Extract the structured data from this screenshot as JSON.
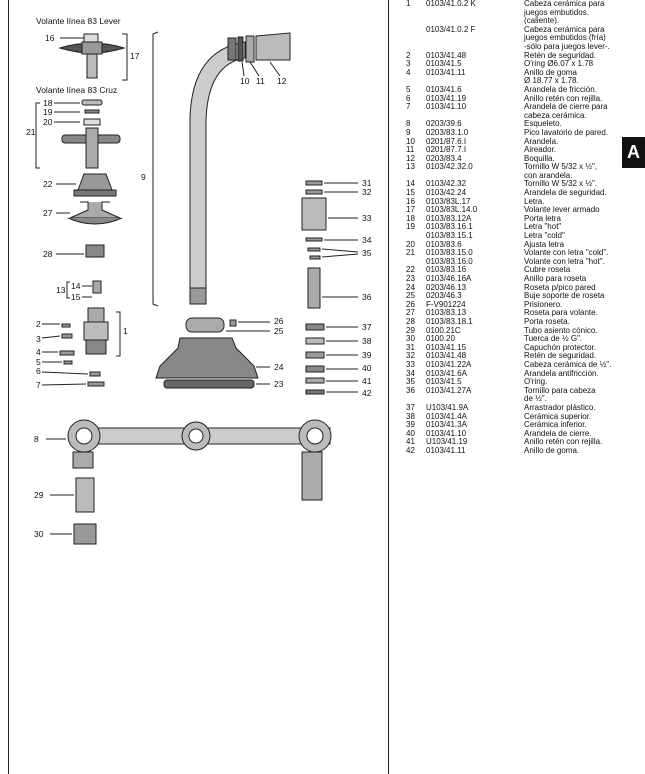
{
  "diagram": {
    "lever_title": "Volante línea 83 Lever",
    "cross_title": "Volante línea 83 Cruz",
    "callouts": [
      "1",
      "2",
      "3",
      "4",
      "5",
      "6",
      "7",
      "8",
      "9",
      "10",
      "11",
      "12",
      "13",
      "14",
      "15",
      "16",
      "17",
      "18",
      "19",
      "20",
      "21",
      "22",
      "23",
      "24",
      "25",
      "26",
      "27",
      "28",
      "29",
      "30",
      "31",
      "32",
      "33",
      "34",
      "35",
      "36",
      "37",
      "38",
      "39",
      "40",
      "41",
      "42"
    ]
  },
  "parts": [
    {
      "num": "1",
      "code": "0103/41.0.2 K",
      "desc": "Cabeza cerámica para"
    },
    {
      "num": "",
      "code": "",
      "desc": "juegos embutidos."
    },
    {
      "num": "",
      "code": "",
      "desc": "(caliente)."
    },
    {
      "num": "",
      "code": "0103/41.0.2 F",
      "desc": "Cabeza cerámica para"
    },
    {
      "num": "",
      "code": "",
      "desc": "juegos embutidos (fría)"
    },
    {
      "num": "",
      "code": "",
      "desc": "-sólo para juegos lever-."
    },
    {
      "num": "2",
      "code": "0103/41.48",
      "desc": "Retén de seguridad."
    },
    {
      "num": "3",
      "code": "0103/41.5",
      "desc": "O'ring Ø6.07 x 1.78"
    },
    {
      "num": "4",
      "code": "0103/41.11",
      "desc": "Anillo de goma"
    },
    {
      "num": "",
      "code": "",
      "desc": "Ø 18.77 x 1.78."
    },
    {
      "num": "5",
      "code": "0103/41.6",
      "desc": "Arandela de fricción."
    },
    {
      "num": "6",
      "code": "0103/41.19",
      "desc": "Anillo retén con rejilla."
    },
    {
      "num": "7",
      "code": "0103/41.10",
      "desc": "Arandela de cierre para"
    },
    {
      "num": "",
      "code": "",
      "desc": "cabeza cerámica."
    },
    {
      "num": "8",
      "code": "0203/39.6",
      "desc": "Esqueleto."
    },
    {
      "num": "9",
      "code": "0203/83.1.0",
      "desc": "Pico lavatorio de pared."
    },
    {
      "num": "10",
      "code": "0201/87.6.I",
      "desc": "Arandela."
    },
    {
      "num": "11",
      "code": "0201/87.7.I",
      "desc": "Aireador."
    },
    {
      "num": "12",
      "code": "0203/83.4",
      "desc": "Boquilla."
    },
    {
      "num": "13",
      "code": "0103/42.32.0",
      "desc": "Tornillo W 5/32 x ½\","
    },
    {
      "num": "",
      "code": "",
      "desc": "con arandela."
    },
    {
      "num": "14",
      "code": "0103/42.32",
      "desc": "Tornillo W 5/32 x ½\"."
    },
    {
      "num": "15",
      "code": "0103/42.24",
      "desc": "Arandela de seguridad."
    },
    {
      "num": "16",
      "code": "0103/83L.17",
      "desc": "Letra."
    },
    {
      "num": "17",
      "code": "0103/83L.14.0",
      "desc": "Volante lever armado"
    },
    {
      "num": "18",
      "code": "0103/83.12A",
      "desc": "Porta letra"
    },
    {
      "num": "19",
      "code": "0103/83.16.1",
      "desc": "Letra \"hot\""
    },
    {
      "num": "",
      "code": "0103/83.15.1",
      "desc": "Letra \"cold\""
    },
    {
      "num": "20",
      "code": "0103/83.6",
      "desc": "Ajusta letra"
    },
    {
      "num": "21",
      "code": "0103/83.15.0",
      "desc": "Volante con letra \"cold\"."
    },
    {
      "num": "",
      "code": "0103/83.16.0",
      "desc": "Volante con letra \"hot\"."
    },
    {
      "num": "22",
      "code": "0103/83.16",
      "desc": "Cubre roseta"
    },
    {
      "num": "23",
      "code": "0103/46.16A",
      "desc": "Anillo para roseta"
    },
    {
      "num": "24",
      "code": "0203/46.13",
      "desc": "Roseta p/pico pared"
    },
    {
      "num": "25",
      "code": "0203/46.3",
      "desc": "Buje soporte de roseta"
    },
    {
      "num": "26",
      "code": "F-V901224",
      "desc": "Prisionero."
    },
    {
      "num": "27",
      "code": "0103/83.13",
      "desc": "Roseta para volante."
    },
    {
      "num": "28",
      "code": "0103/83.18.1",
      "desc": "Porta roseta."
    },
    {
      "num": "29",
      "code": "0100.21C",
      "desc": "Tubo asiento cónico."
    },
    {
      "num": "30",
      "code": "0100.20",
      "desc": "Tuerca de ½ G\"."
    },
    {
      "num": "31",
      "code": "0103/41.15",
      "desc": "Capuchón protector."
    },
    {
      "num": "32",
      "code": "0103/41.48",
      "desc": "Retén de seguridad."
    },
    {
      "num": "33",
      "code": "0103/41.22A",
      "desc": "Cabeza cerámica de ½\"."
    },
    {
      "num": "34",
      "code": "0103/41.6A",
      "desc": "Arandela antifricción."
    },
    {
      "num": "35",
      "code": "0103/41.5",
      "desc": "O'ring."
    },
    {
      "num": "36",
      "code": "0103/41.27A",
      "desc": "Tornillo para cabeza"
    },
    {
      "num": "",
      "code": "",
      "desc": "de ½\"."
    },
    {
      "num": "37",
      "code": "U103/41.9A",
      "desc": "Arrastrador plástico."
    },
    {
      "num": "38",
      "code": "0103/41.4A",
      "desc": "Cerámica superior."
    },
    {
      "num": "39",
      "code": "0103/41.3A",
      "desc": "Cerámica inferior."
    },
    {
      "num": "40",
      "code": "0103/41.10",
      "desc": "Arandela de cierre."
    },
    {
      "num": "41",
      "code": "U103/41.19",
      "desc": "Anillo retén con rejilla."
    },
    {
      "num": "42",
      "code": "0103/41.11",
      "desc": "Anillo de goma."
    }
  ],
  "tab_letter": "A"
}
